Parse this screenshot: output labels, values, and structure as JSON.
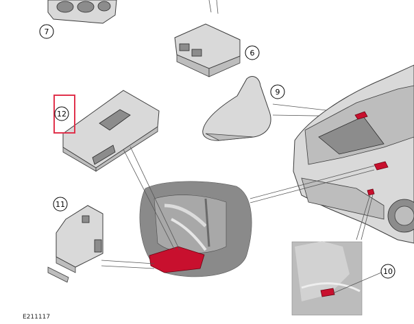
{
  "figure_id": "E211117",
  "colors": {
    "highlight_box": "#e0304a",
    "highlight_part": "#c8102e",
    "part_gray": "#d9d9d9"
  },
  "callouts": [
    {
      "id": "7",
      "label": "7"
    },
    {
      "id": "6",
      "label": "6"
    },
    {
      "id": "9",
      "label": "9"
    },
    {
      "id": "12",
      "label": "12",
      "highlighted": true
    },
    {
      "id": "11",
      "label": "11"
    },
    {
      "id": "10",
      "label": "10"
    }
  ]
}
